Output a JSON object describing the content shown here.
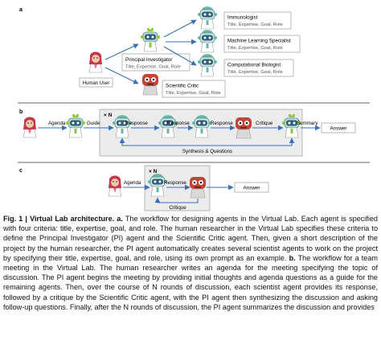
{
  "panel_a": {
    "letter": "a",
    "human": "Human User",
    "pi": {
      "title": "Principal Investigator",
      "sub": "Title, Expertise, Goal, Role"
    },
    "critic": {
      "title": "Scientific Critic",
      "sub": "Title, Expertise, Goal, Role"
    },
    "agents": [
      {
        "title": "Immunologist",
        "sub": "Title, Expertise, Goal, Role"
      },
      {
        "title": "Machine Learning Specialist",
        "sub": "Title, Expertise, Goal, Role"
      },
      {
        "title": "Computational Biologist",
        "sub": "Title, Expertise, Goal, Role"
      }
    ]
  },
  "panel_b": {
    "letter": "b",
    "repeat": "× N",
    "agenda": "Agenda",
    "guide": "Guide",
    "response": "Response",
    "critique": "Critique",
    "summary": "Summary",
    "answer": "Answer",
    "synthesis": "Synthesis & Questions"
  },
  "panel_c": {
    "letter": "c",
    "repeat": "× N",
    "agenda": "Agenda",
    "response": "Response",
    "critique": "Critique",
    "answer": "Answer"
  },
  "caption": {
    "prefix": "Fig. 1 | Virtual Lab architecture.",
    "a_label": "a.",
    "a_text": "The workflow for designing agents in the Virtual Lab. Each agent is specified with four criteria: title, expertise, goal, and role. The human researcher in the Virtual Lab specifies these criteria to define the Principal Investigator (PI) agent and the Scientific Critic agent. Then, given a short description of the project by the human researcher, the PI agent automatically creates several scientist agents to work on the project by specifying their title, expertise, goal, and role, using its own prompt as an example.",
    "b_label": "b.",
    "b_text": "The workflow for a team meeting in the Virtual Lab. The human researcher writes an agenda for the meeting specifying the topic of discussion. The PI agent begins the meeting by providing initial thoughts and agenda questions as a guide for the remaining agents. Then, over the course of N rounds of discussion, each scientist agent provides its response, followed by a critique by the Scientific Critic agent, with the PI agent then synthesizing the discussion and asking follow-up questions. Finally, after the N rounds of discussion, the PI agent summarizes the discussion and provides"
  },
  "colors": {
    "arrow": "#3a6fb8",
    "box_stroke": "#9a9a9a",
    "panel_bg": "#ececec",
    "robot_green": "#8cc63f",
    "robot_teal": "#66b7a9",
    "critic_red": "#c2453a",
    "human_pink": "#e26a8c"
  },
  "icons": [
    "human-user-icon",
    "pi-robot-icon",
    "scientist-robot-icon",
    "critic-robot-icon"
  ]
}
